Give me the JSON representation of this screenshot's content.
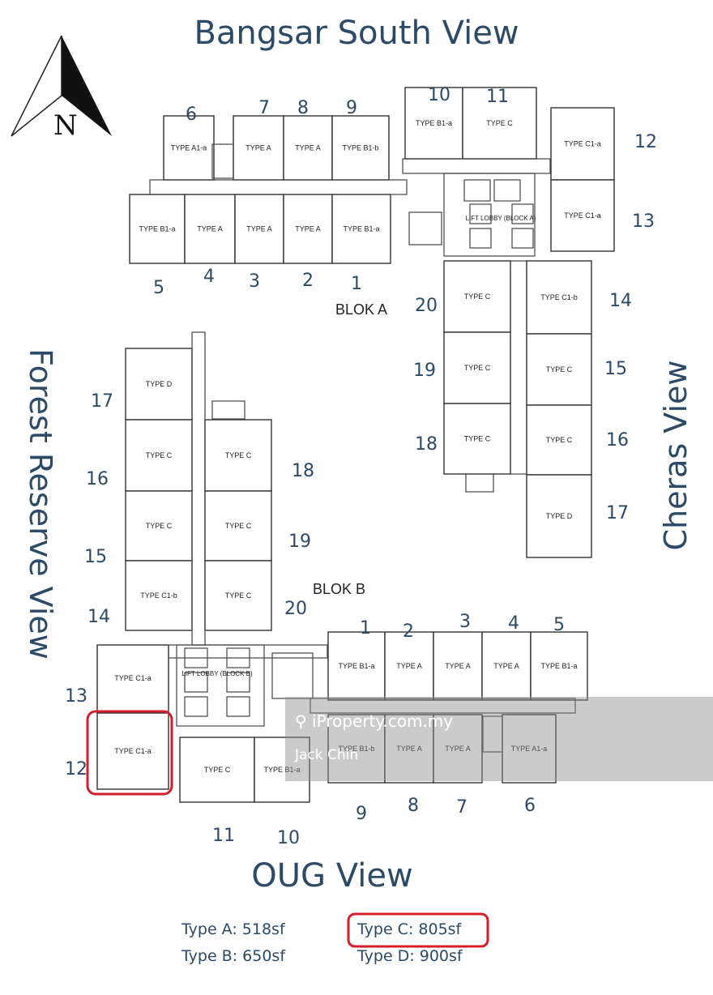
{
  "views": {
    "top": "Bangsar South View",
    "bottom": "OUG View",
    "left": "Forest Reserve View",
    "right": "Cheras View"
  },
  "compass": "N",
  "blocks": {
    "a": "BLOK A",
    "b": "BLOK B"
  },
  "lift_lobby": {
    "a": "LIFT LOBBY (BLOCK A)",
    "b": "LIFT LOBBY (BLOCK B)"
  },
  "legend": {
    "a": "Type A: 518sf",
    "b": "Type B: 650sf",
    "c": "Type C: 805sf",
    "d": "Type D: 900sf"
  },
  "watermark": {
    "site": "iProperty.com.my",
    "agent": "Jack Chin"
  },
  "units": [
    {
      "label": "TYPE A1-a",
      "num": "6"
    },
    {
      "label": "TYPE A",
      "num": "7"
    },
    {
      "label": "TYPE A",
      "num": "8"
    },
    {
      "label": "TYPE B1-b",
      "num": "9"
    },
    {
      "label": "TYPE B1-a",
      "num": "10"
    },
    {
      "label": "TYPE C",
      "num": "11"
    },
    {
      "label": "TYPE C1-a",
      "num": "12"
    },
    {
      "label": "TYPE C1-a",
      "num": "13"
    },
    {
      "label": "TYPE B1-a",
      "num": "5"
    },
    {
      "label": "TYPE A",
      "num": "4"
    },
    {
      "label": "TYPE A",
      "num": "3"
    },
    {
      "label": "TYPE A",
      "num": "2"
    },
    {
      "label": "TYPE B1-a",
      "num": "1"
    },
    {
      "label": "TYPE C",
      "num": "20"
    },
    {
      "label": "TYPE C",
      "num": "19"
    },
    {
      "label": "TYPE C",
      "num": "18"
    },
    {
      "label": "TYPE C1-b",
      "num": "14"
    },
    {
      "label": "TYPE C",
      "num": "15"
    },
    {
      "label": "TYPE C",
      "num": "16"
    },
    {
      "label": "TYPE D",
      "num": "17"
    },
    {
      "label": "TYPE D",
      "num": "17"
    },
    {
      "label": "TYPE C",
      "num": "16"
    },
    {
      "label": "TYPE C",
      "num": "15"
    },
    {
      "label": "TYPE C1-b",
      "num": "14"
    },
    {
      "label": "TYPE C",
      "num": "18"
    },
    {
      "label": "TYPE C",
      "num": "19"
    },
    {
      "label": "TYPE C",
      "num": "20"
    },
    {
      "label": "TYPE C1-a",
      "num": "13"
    },
    {
      "label": "TYPE C1-a",
      "num": "12"
    },
    {
      "label": "TYPE C",
      "num": "11"
    },
    {
      "label": "TYPE B1-a",
      "num": "10"
    },
    {
      "label": "TYPE B1-a",
      "num": "1"
    },
    {
      "label": "TYPE A",
      "num": "2"
    },
    {
      "label": "TYPE A",
      "num": "3"
    },
    {
      "label": "TYPE A",
      "num": "4"
    },
    {
      "label": "TYPE B1-a",
      "num": "5"
    },
    {
      "label": "TYPE B1-b",
      "num": "9"
    },
    {
      "label": "TYPE A",
      "num": "8"
    },
    {
      "label": "TYPE A",
      "num": "7"
    },
    {
      "label": "TYPE A1-a",
      "num": "6"
    }
  ]
}
